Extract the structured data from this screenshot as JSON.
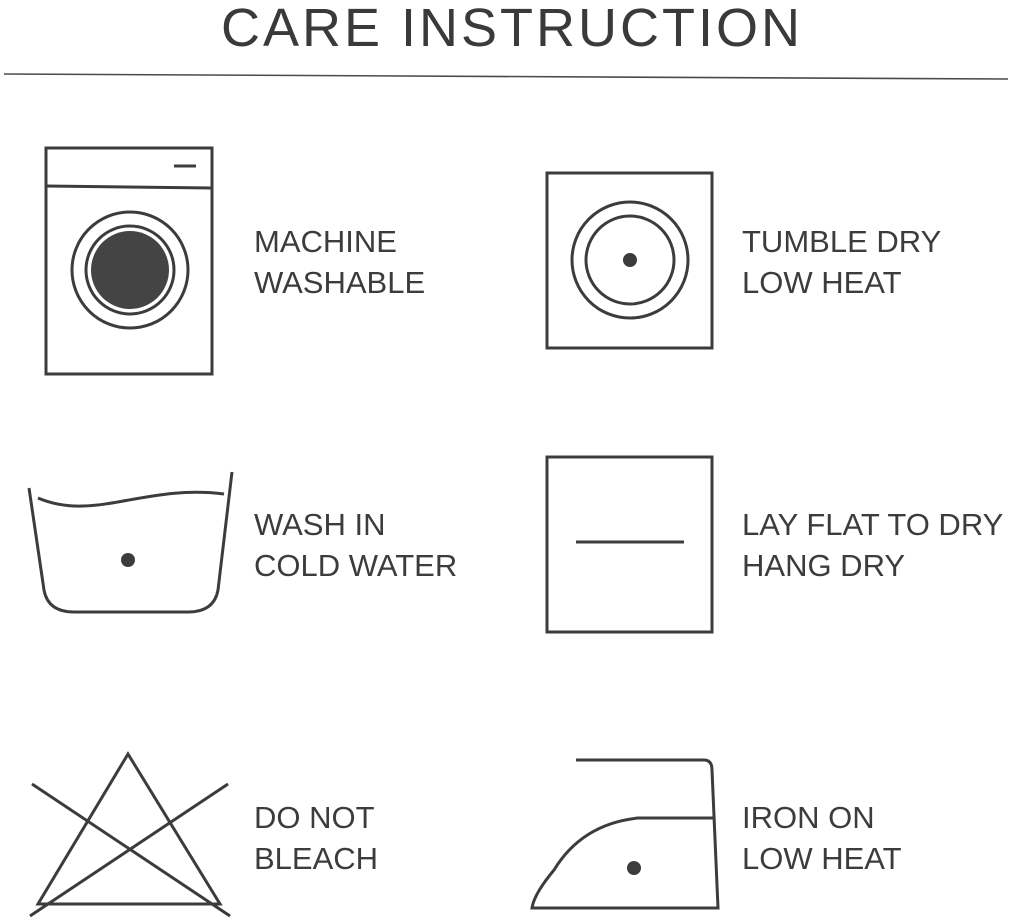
{
  "title": "CARE INSTRUCTION",
  "items": [
    {
      "icon": "washing-machine-icon",
      "line1": "MACHINE",
      "line2": "WASHABLE"
    },
    {
      "icon": "tumble-dry-low-icon",
      "line1": "TUMBLE DRY",
      "line2": "LOW HEAT"
    },
    {
      "icon": "wash-cold-icon",
      "line1": "WASH IN",
      "line2": "COLD WATER"
    },
    {
      "icon": "dry-flat-icon",
      "line1": "LAY FLAT TO DRY",
      "line2": "HANG DRY"
    },
    {
      "icon": "do-not-bleach-icon",
      "line1": "DO NOT",
      "line2": "BLEACH"
    },
    {
      "icon": "iron-low-icon",
      "line1": "IRON ON",
      "line2": "LOW HEAT"
    }
  ],
  "colors": {
    "ink": "#3c3c3c",
    "background": "#ffffff"
  }
}
